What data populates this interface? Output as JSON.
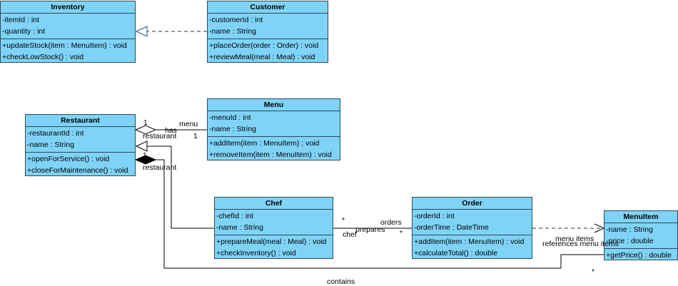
{
  "classes": [
    {
      "key": "inventory",
      "name": "Inventory",
      "attributes": [
        "-itemId : int",
        "-quantity : int"
      ],
      "operations": [
        "+updateStock(item : MenuItem) : void",
        "+checkLowStock() : void"
      ]
    },
    {
      "key": "customer",
      "name": "Customer",
      "attributes": [
        "-customerId : int",
        "-name : String"
      ],
      "operations": [
        "+placeOrder(order : Order) : void",
        "+reviewMeal(meal : Meal) : void"
      ]
    },
    {
      "key": "menu",
      "name": "Menu",
      "attributes": [
        "-menuId : int",
        "-name : String"
      ],
      "operations": [
        "+addItem(item : MenuItem) : void",
        "+removeItem(item : MenuItem) : void"
      ]
    },
    {
      "key": "restaurant",
      "name": "Restaurant",
      "attributes": [
        "-restaurantId : int",
        "-name : String"
      ],
      "operations": [
        "+openForService() : void",
        "+closeForMaintenance() : void"
      ]
    },
    {
      "key": "chef",
      "name": "Chef",
      "attributes": [
        "-chefId : int",
        "-name : String"
      ],
      "operations": [
        "+prepareMeal(meal : Meal) : void",
        "+checkInventory() : void"
      ]
    },
    {
      "key": "order",
      "name": "Order",
      "attributes": [
        "-orderId : int",
        "-orderTime : DateTime"
      ],
      "operations": [
        "+addItem(item : MenuItem) : void",
        "+calculateTotal() : double"
      ]
    },
    {
      "key": "menuitem",
      "name": "MenuItem",
      "attributes": [
        "-name : String",
        "-price : double"
      ],
      "operations": [
        "+getPrice() : double"
      ]
    }
  ],
  "edge_labels": {
    "has_one_restaurant": "1",
    "has_restaurant_role": "restaurant",
    "has_name": "has",
    "has_menu_role": "menu",
    "has_one_menu": "1",
    "contains_one": "1",
    "contains_restaurant_role": "restaurant",
    "contains_name": "contains",
    "contains_many": "*",
    "contains_menuitems_role": "menu items",
    "prepares_chef_many": "*",
    "prepares_chef_role": "chef",
    "prepares_name": "prepares",
    "prepares_orders_role": "orders",
    "prepares_orders_many": "*",
    "references_name": "references menu items"
  }
}
